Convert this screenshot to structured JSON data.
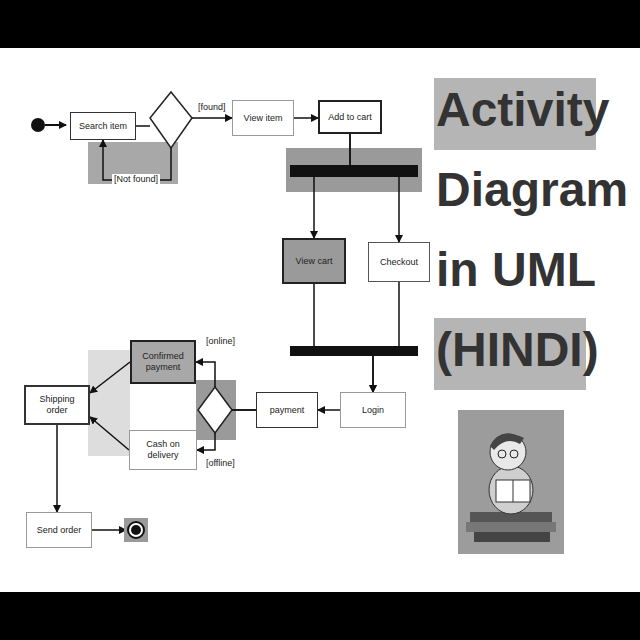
{
  "diagram": {
    "title": "Activity Diagram in UML (HINDI)",
    "nodes": [
      {
        "text": [
          "Search item"
        ]
      },
      {
        "text": [
          "View item"
        ]
      },
      {
        "text": [
          "Add to cart"
        ]
      },
      {
        "text": [
          "View cart"
        ]
      },
      {
        "text": [
          "Checkout"
        ]
      },
      {
        "text": [
          "Login"
        ]
      },
      {
        "text": [
          "payment"
        ]
      },
      {
        "text": [
          "Confirmed payment"
        ]
      },
      {
        "text": [
          "Cash on delivery"
        ]
      },
      {
        "text": [
          "Shipping order"
        ]
      },
      {
        "text": [
          "Send order"
        ]
      }
    ],
    "edges": [
      {
        "from": 0,
        "to": 1,
        "label": "[found]",
        "arrow": "to"
      },
      {
        "from": 0,
        "to": 0,
        "label": "[Not found]",
        "arrow": "to"
      },
      {
        "from": 1,
        "to": 2,
        "arrow": "to"
      },
      {
        "from": 2,
        "to": 3,
        "arrow": "to"
      },
      {
        "from": 2,
        "to": 4,
        "arrow": "to"
      },
      {
        "from": 3,
        "to": 5,
        "arrow": "to"
      },
      {
        "from": 4,
        "to": 5,
        "arrow": "to"
      },
      {
        "from": 5,
        "to": 6,
        "arrow": "to"
      },
      {
        "from": 6,
        "to": 7,
        "label": "[online]",
        "arrow": "to"
      },
      {
        "from": 6,
        "to": 8,
        "label": "[offline]",
        "arrow": "to"
      },
      {
        "from": 7,
        "to": 9,
        "arrow": "to"
      },
      {
        "from": 8,
        "to": 9,
        "arrow": "to"
      },
      {
        "from": 9,
        "to": 10,
        "arrow": "to"
      }
    ]
  }
}
